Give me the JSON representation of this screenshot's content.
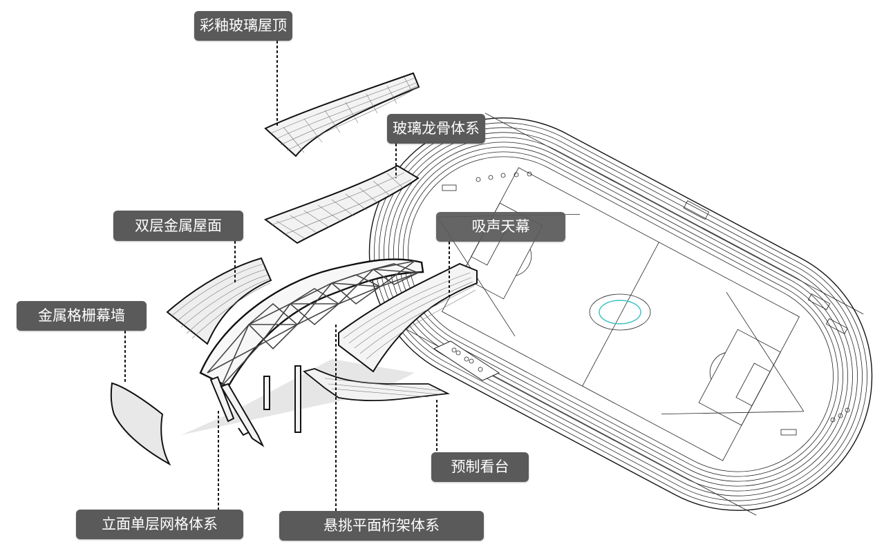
{
  "labels": {
    "glaze_roof": "彩釉玻璃屋顶",
    "glass_keel": "玻璃龙骨体系",
    "double_metal_roof": "双层金属屋面",
    "acoustic_ceiling": "吸声天幕",
    "metal_grille_wall": "金属格栅幕墙",
    "precast_stand": "预制看台",
    "facade_grid": "立面单层网格体系",
    "cantilever_truss": "悬挑平面桁架体系"
  },
  "colors": {
    "label_bg": "#5a5a5a",
    "label_text": "#ffffff",
    "line": "#111111",
    "center_circle": "#35c0c0",
    "shadow": "#e6e6e6"
  }
}
